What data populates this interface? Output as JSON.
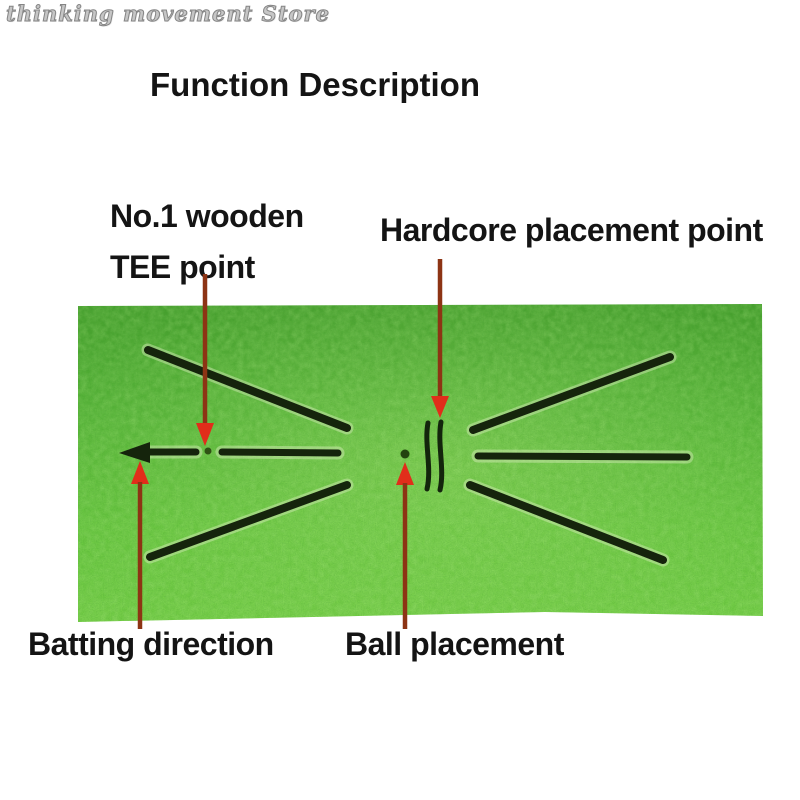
{
  "watermark": {
    "text": "thinking movement Store",
    "color": "#9a9a9a"
  },
  "title": {
    "text": "Function Description",
    "color": "#141414"
  },
  "callouts": {
    "tee": {
      "line1": "No.1 wooden",
      "line2": "TEE point"
    },
    "hardcore": {
      "text": "Hardcore placement point"
    },
    "batting": {
      "text": "Batting direction"
    },
    "ball": {
      "text": "Ball placement"
    }
  },
  "mat": {
    "kind": "golf-swing-training-mat",
    "colors": {
      "grass_dark": "#4ba331",
      "grass_mid": "#5cbb3a",
      "grass_light": "#74ce45",
      "mark_black": "#15240c"
    },
    "marks": [
      "upper-left-swing-guide",
      "lower-left-swing-guide",
      "upper-right-swing-guide",
      "lower-right-swing-guide",
      "batting-direction-arrow-mark",
      "tee-point-mark",
      "right-alignment-line",
      "hardcore-placement-lines",
      "ball-placement-dot"
    ]
  },
  "annotation_arrows": {
    "shaft_color": "#8d3414",
    "head_color": "#e12d1a",
    "count": 4
  }
}
